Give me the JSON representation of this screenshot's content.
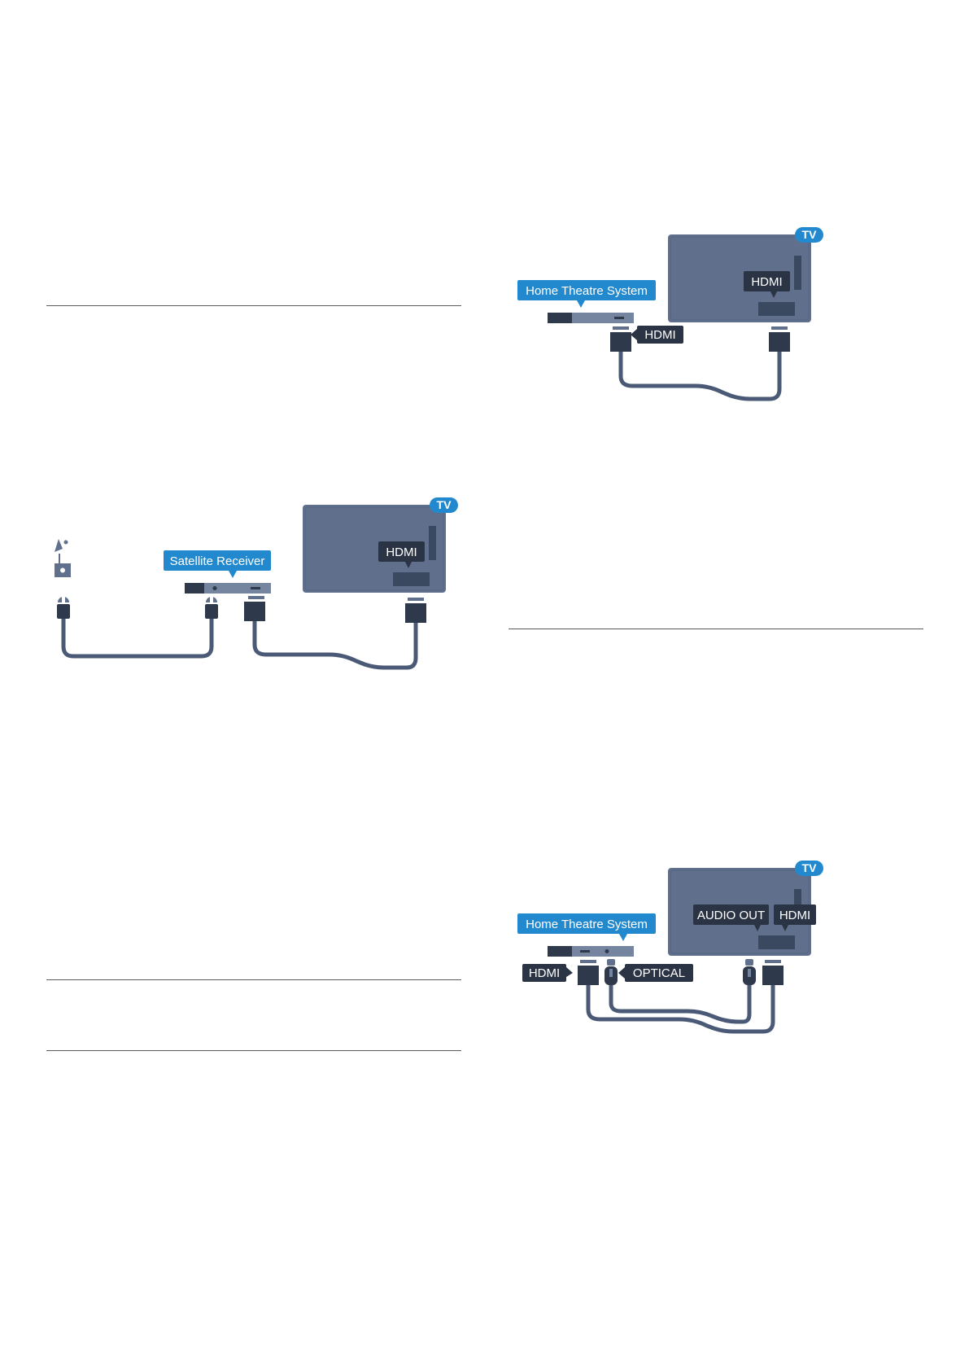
{
  "colors": {
    "tv_body": "#5f6f8c",
    "tv_border": "#4a5a76",
    "device": "#7585a0",
    "device_dark": "#2e394b",
    "label_blue": "#2389cf",
    "port_label": "#2b3444",
    "cable": "#4a5a76",
    "connector": "#2e394b",
    "rule": "#5a5a5a"
  },
  "satellite_diagram": {
    "device_label": "Satellite Receiver",
    "tv_badge": "TV",
    "tv_port_label": "HDMI",
    "icons": [
      "satellite-dish-icon",
      "wall-socket-icon"
    ]
  },
  "hdmi_arc_diagram": {
    "device_label": "Home Theatre System",
    "tv_badge": "TV",
    "tv_port_label": "HDMI",
    "device_port_label": "HDMI"
  },
  "optical_diagram": {
    "device_label": "Home Theatre System",
    "tv_badge": "TV",
    "tv_audio_label": "AUDIO OUT",
    "tv_hdmi_label": "HDMI",
    "device_hdmi_label": "HDMI",
    "device_optical_label": "OPTICAL"
  }
}
